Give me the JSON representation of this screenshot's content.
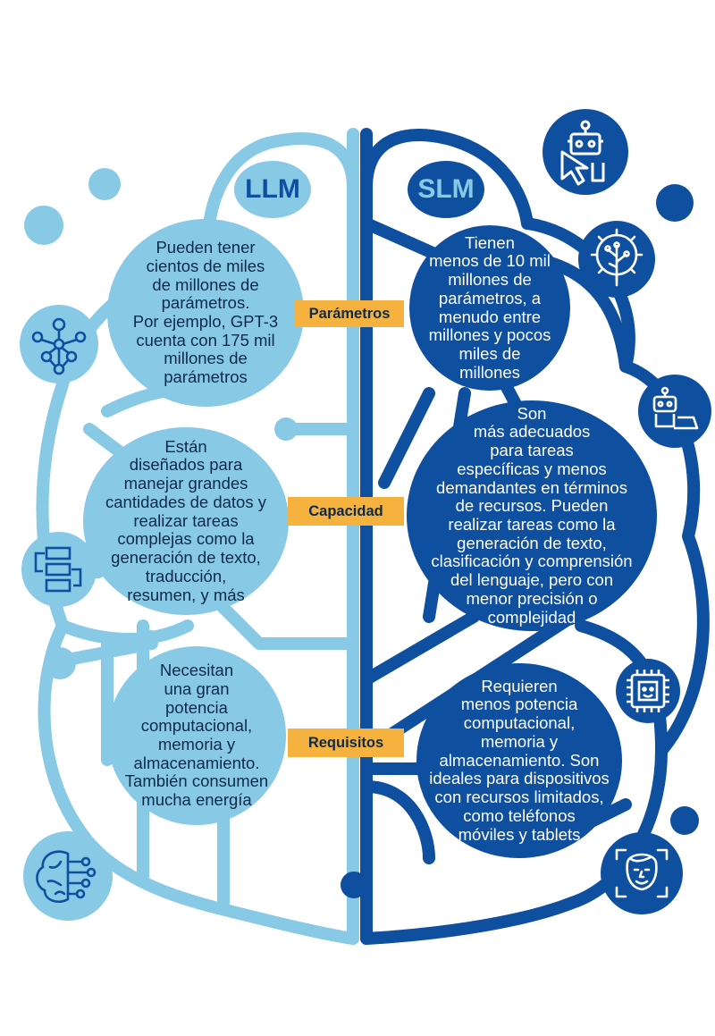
{
  "colors": {
    "light": "#88c9e6",
    "dark": "#0f4fa0",
    "accent": "#f6b23e",
    "text_dark": "#0d2a4a",
    "white": "#ffffff"
  },
  "left_title": "LLM",
  "right_title": "SLM",
  "labels": {
    "parametros": "Parámetros",
    "capacidad": "Capacidad",
    "requisitos": "Requisitos"
  },
  "llm": {
    "parametros": "Pueden tener\ncientos de miles\nde millones de\nparámetros.\nPor ejemplo, GPT-3\ncuenta con 175 mil\nmillones de\nparámetros",
    "capacidad": "Están\ndiseñados para\nmanejar grandes\ncantidades de datos y\nrealizar tareas\ncomplejas como la\ngeneración de texto,\ntraducción,\nresumen, y más",
    "requisitos": "Necesitan\nuna gran\npotencia\ncomputacional,\nmemoria y\nalmacenamiento.\nTambién consumen\nmucha energía"
  },
  "slm": {
    "parametros": "Tienen\nmenos de 10 mil\nmillones de\nparámetros, a\nmenudo entre\nmillones y pocos\nmiles de\nmillones",
    "capacidad": "Son\nmás adecuados\npara tareas\nespecíficas y menos\ndemandantes en términos\nde recursos. Pueden\nrealizar tareas como la\ngeneración de texto,\nclasificación y comprensión\ndel lenguaje, pero con\nmenor precisión o\ncomplejidad",
    "requisitos": "Requieren\nmenos potencia\ncomputacional,\nmemoria y\nalmacenamiento. Son\nideales para dispositivos\ncon recursos limitados,\ncomo teléfonos\nmóviles y tablets"
  },
  "icons": [
    "network-icon",
    "flow-chart-icon",
    "brain-circuit-icon",
    "robot-cursor-icon",
    "gear-tree-icon",
    "robot-laptop-icon",
    "chip-icon",
    "face-scan-icon"
  ]
}
